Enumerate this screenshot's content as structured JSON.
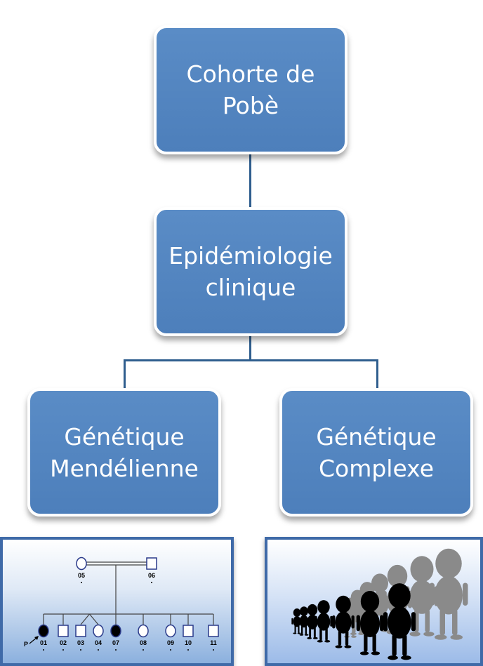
{
  "colors": {
    "box_fill": "#5087c2",
    "box_border": "#ffffff",
    "connector": "#2f5e8e",
    "panel_border": "#3f6aa8",
    "pedigree_symbol": "#2a3a8a",
    "crowd_dark": "#000000",
    "crowd_light": "#8a8a8a"
  },
  "boxes": {
    "top": "Cohorte de\nPobè",
    "middle": "Epidémiologie\nclinique",
    "left": "Génétique\nMendélienne",
    "right": "Génétique\nComplexe"
  },
  "pedigree": {
    "proband_marker": "P",
    "parents": [
      {
        "id": "05",
        "sex": "female",
        "affected": false
      },
      {
        "id": "06",
        "sex": "male",
        "affected": false
      }
    ],
    "children": [
      {
        "id": "01",
        "sex": "female",
        "affected": true,
        "proband": true
      },
      {
        "id": "02",
        "sex": "male",
        "affected": false
      },
      {
        "id": "03",
        "sex": "male",
        "affected": false
      },
      {
        "id": "04",
        "sex": "female",
        "affected": false
      },
      {
        "id": "07",
        "sex": "female",
        "affected": true
      },
      {
        "id": "08",
        "sex": "female",
        "affected": false
      },
      {
        "id": "09",
        "sex": "female",
        "affected": false
      },
      {
        "id": "10",
        "sex": "male",
        "affected": false
      },
      {
        "id": "11",
        "sex": "male",
        "affected": false
      }
    ]
  },
  "crowd": {
    "figure_count": 14,
    "description_icon": "crowd-of-cartoon-people-icon"
  }
}
